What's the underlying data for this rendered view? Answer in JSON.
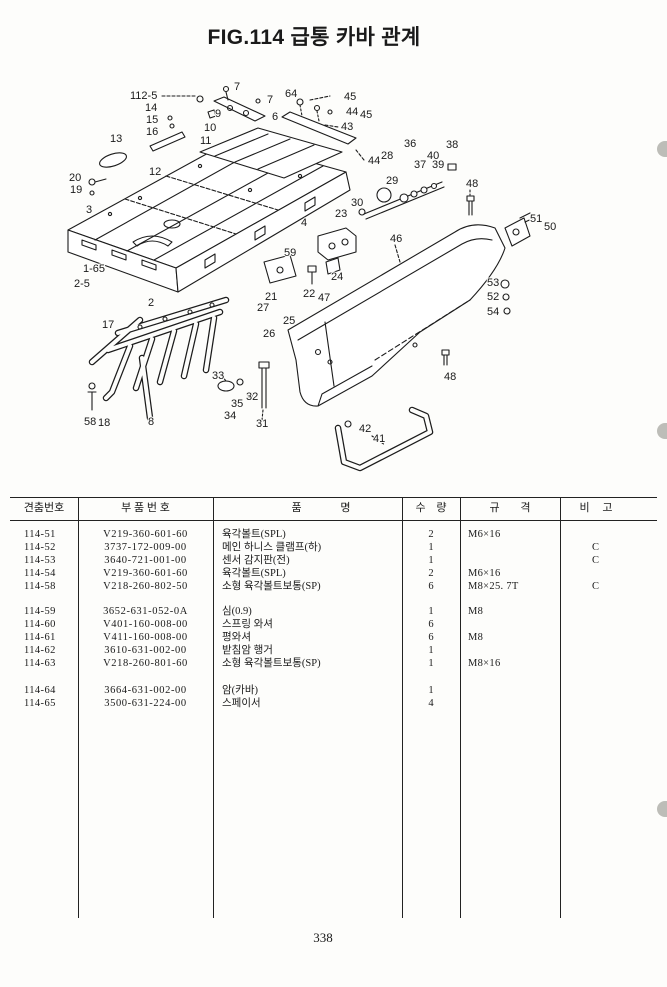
{
  "page": {
    "title": "FIG.114 급통 카바 관계",
    "page_number": "338"
  },
  "diagram": {
    "callouts": [
      "112-5",
      "7",
      "7",
      "64",
      "45",
      "44",
      "45",
      "43",
      "14",
      "9",
      "6",
      "15",
      "10",
      "16",
      "11",
      "13",
      "44",
      "36",
      "38",
      "40",
      "28",
      "37",
      "39",
      "12",
      "20",
      "19",
      "29",
      "48",
      "3",
      "30",
      "23",
      "51",
      "50",
      "4",
      "46",
      "59",
      "24",
      "1-65",
      "2-5",
      "22",
      "47",
      "53",
      "52",
      "54",
      "21",
      "2",
      "27",
      "25",
      "17",
      "26",
      "33",
      "48",
      "32",
      "35",
      "34",
      "31",
      "58",
      "18",
      "8",
      "42",
      "41"
    ]
  },
  "table": {
    "headers": {
      "ref_no": "견춤번호",
      "part_no": "부 품 번 호",
      "name": "품 명",
      "qty": "수 량",
      "spec": "규 격",
      "remark": "비 고"
    },
    "rows": [
      {
        "ref": "114-51",
        "part_no": "V219-360-601-60",
        "name": "육각볼트(SPL)",
        "qty": "2",
        "spec": "M6×16"
      },
      {
        "ref": "114-52",
        "part_no": "3737-172-009-00",
        "name": "메인 하니스 클램프(하)",
        "qty": "1",
        "remark": "C"
      },
      {
        "ref": "114-53",
        "part_no": "3640-721-001-00",
        "name": "센서 감지판(전)",
        "qty": "1",
        "remark": "C"
      },
      {
        "ref": "114-54",
        "part_no": "V219-360-601-60",
        "name": "육각볼트(SPL)",
        "qty": "2",
        "spec": "M6×16"
      },
      {
        "ref": "114-58",
        "part_no": "V218-260-802-50",
        "name": "소형 육각볼트보통(SP)",
        "qty": "6",
        "spec": "M8×25. 7T",
        "remark": "C"
      },
      {
        "ref": "114-59",
        "part_no": "3652-631-052-0A",
        "name": "심(0.9)",
        "qty": "1",
        "spec": "M8"
      },
      {
        "ref": "114-60",
        "part_no": "V401-160-008-00",
        "name": "스프링 와셔",
        "qty": "6"
      },
      {
        "ref": "114-61",
        "part_no": "V411-160-008-00",
        "name": "평와셔",
        "qty": "6",
        "spec": "M8"
      },
      {
        "ref": "114-62",
        "part_no": "3610-631-002-00",
        "name": "받침암 행거",
        "qty": "1"
      },
      {
        "ref": "114-63",
        "part_no": "V218-260-801-60",
        "name": "소형 육각볼트보통(SP)",
        "qty": "1",
        "spec": "M8×16"
      },
      {
        "ref": "114-64",
        "part_no": "3664-631-002-00",
        "name": "암(카바)",
        "qty": "1"
      },
      {
        "ref": "114-65",
        "part_no": "3500-631-224-00",
        "name": "스페이서",
        "qty": "4"
      }
    ]
  }
}
